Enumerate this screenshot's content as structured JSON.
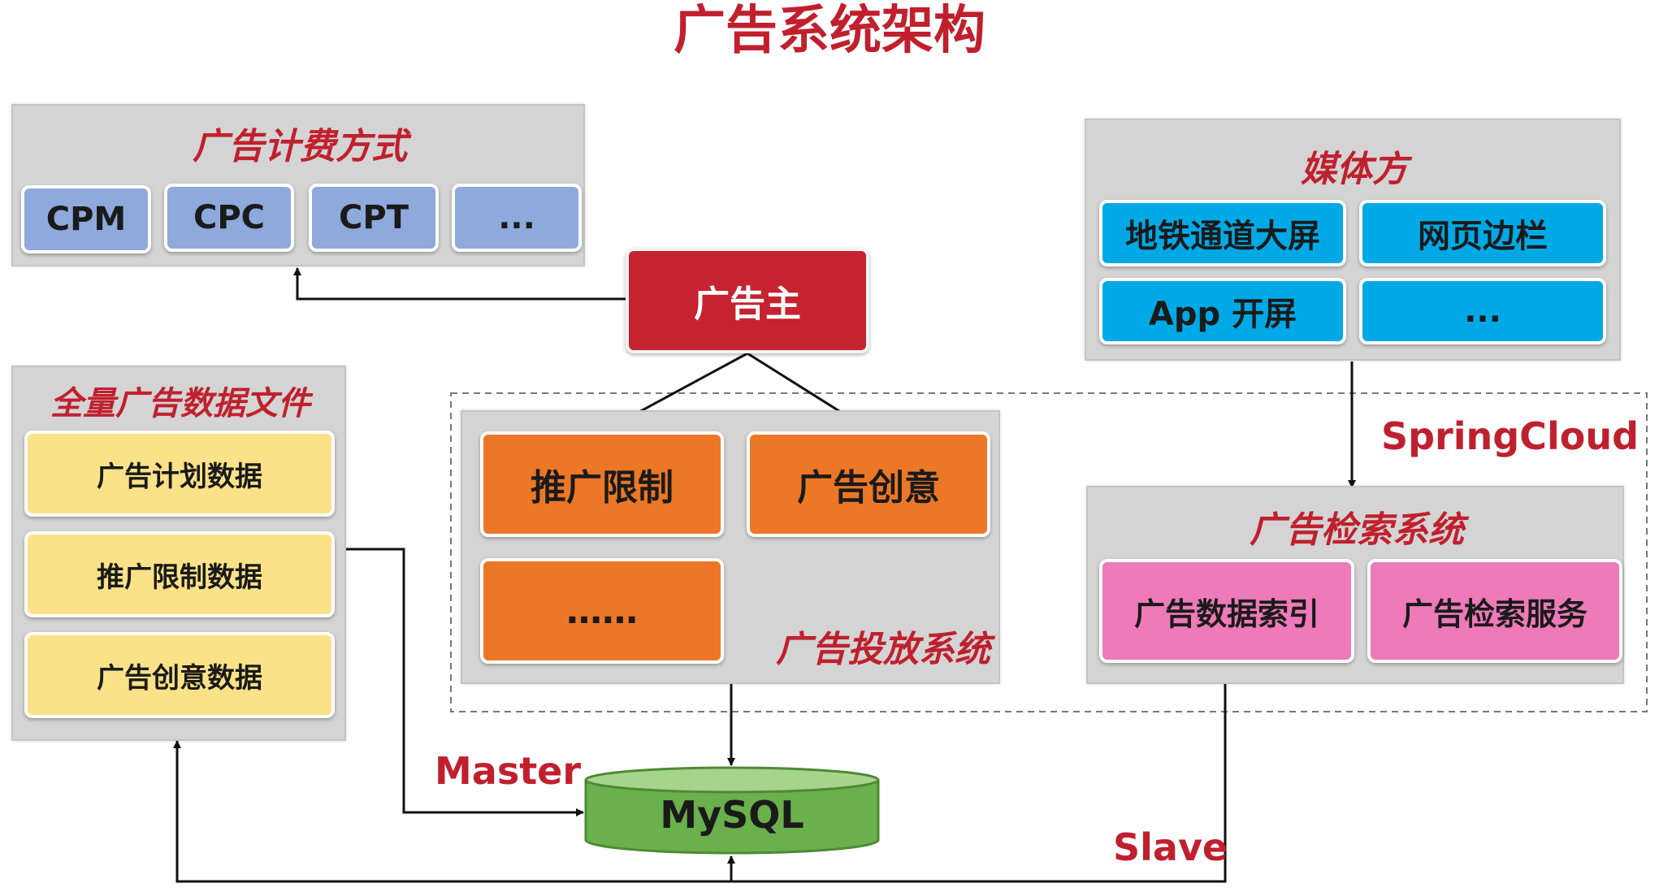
{
  "title": "广告系统架构",
  "billing": {
    "label": "广告计费方式",
    "items": [
      "CPM",
      "CPC",
      "CPT",
      "..."
    ]
  },
  "media": {
    "label": "媒体方",
    "items": [
      "地铁通道大屏",
      "网页边栏",
      "App 开屏",
      "..."
    ]
  },
  "advertiser": {
    "label": "广告主"
  },
  "full_data": {
    "label": "全量广告数据文件",
    "items": [
      "广告计划数据",
      "推广限制数据",
      "广告创意数据"
    ]
  },
  "delivery": {
    "label": "广告投放系统",
    "items": [
      "推广限制",
      "广告创意",
      "……"
    ]
  },
  "retrieval": {
    "label": "广告检索系统",
    "items": [
      "广告数据索引",
      "广告检索服务"
    ]
  },
  "labels": {
    "springcloud": "SpringCloud",
    "master": "Master",
    "slave": "Slave"
  },
  "database": {
    "label": "MySQL"
  },
  "colors": {
    "accent_red": "#c0202e",
    "billing_box": "#8ea9db",
    "media_box": "#00a9e6",
    "advertiser_box": "#c5232f",
    "delivery_box": "#ec7726",
    "data_file_box": "#fbe288",
    "retrieval_box": "#ee7ab9",
    "db_fill": "#6ab04c"
  }
}
